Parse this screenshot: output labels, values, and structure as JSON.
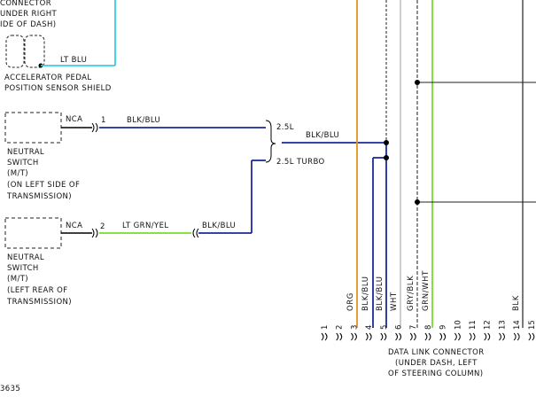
{
  "colors": {
    "orange": "#e8901c",
    "blue": "#1a2a9a",
    "cyan": "#33cfe0",
    "green": "#77dd2a",
    "gray": "#b8b8b8",
    "dark": "#222222",
    "black": "#000000"
  },
  "top_left": {
    "line1": "CONNECTOR",
    "line2": "UNDER RIGHT",
    "line3": "IDE OF DASH)"
  },
  "accel": {
    "wire_label": "LT BLU",
    "label_line1": "ACCELERATOR PEDAL",
    "label_line2": "POSITION SENSOR SHIELD"
  },
  "nsw1": {
    "nca": "NCA",
    "pin": "1",
    "wire_label": "BLK/BLU",
    "line1": "NEUTRAL",
    "line2": "SWITCH",
    "line3": "(M/T)",
    "line4": "(ON LEFT SIDE OF",
    "line5": "TRANSMISSION)"
  },
  "nsw2": {
    "nca": "NCA",
    "pin": "2",
    "wire_label": "LT GRN/YEL",
    "wire_label2": "BLK/BLU",
    "line1": "NEUTRAL",
    "line2": "SWITCH",
    "line3": "(M/T)",
    "line4": "(LEFT REAR OF",
    "line5": "TRANSMISSION)"
  },
  "splice": {
    "opt1": "2.5L",
    "opt2": "2.5L TURBO",
    "wire_label": "BLK/BLU"
  },
  "vertical_labels": {
    "org": "ORG",
    "blkblu1": "BLK/BLU",
    "blkblu2": "BLK/BLU",
    "wht": "WHT",
    "grybk": "GRY/BLK",
    "grnwht": "GRN/WHT",
    "blk": "BLK"
  },
  "dlc": {
    "pins": [
      "1",
      "2",
      "3",
      "4",
      "5",
      "6",
      "7",
      "8",
      "9",
      "10",
      "11",
      "12",
      "13",
      "14",
      "15"
    ],
    "line1": "DATA LINK CONNECTOR",
    "line2": "(UNDER DASH, LEFT",
    "line3": "OF STEERING COLUMN)"
  },
  "figure_id": "3635"
}
